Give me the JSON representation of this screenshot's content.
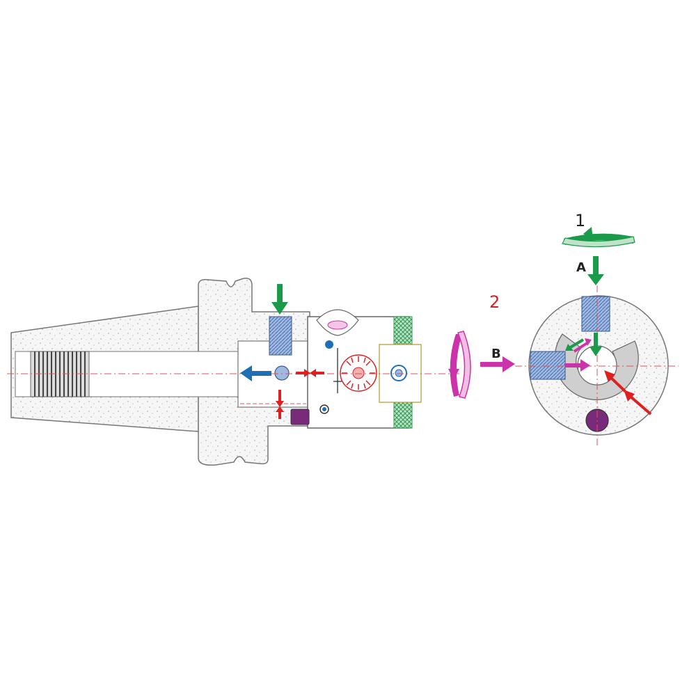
{
  "labels": {
    "one": "1",
    "two": "2",
    "a": "A",
    "b": "B"
  },
  "colors": {
    "outline": "#777777",
    "body_fill": "#f4f4f4",
    "green_arrow": "#1a9a4a",
    "magenta_arrow": "#cc33aa",
    "red_arrow": "#e02020",
    "blue_arrow": "#1f6fb5",
    "label_two": "#d42020",
    "centerline": "#e05050",
    "screw_blue": "#6a8fc8",
    "bore_grey": "#cfcfcf",
    "purple_plug": "#7a2a7a",
    "green_insert": "#3aa060"
  }
}
